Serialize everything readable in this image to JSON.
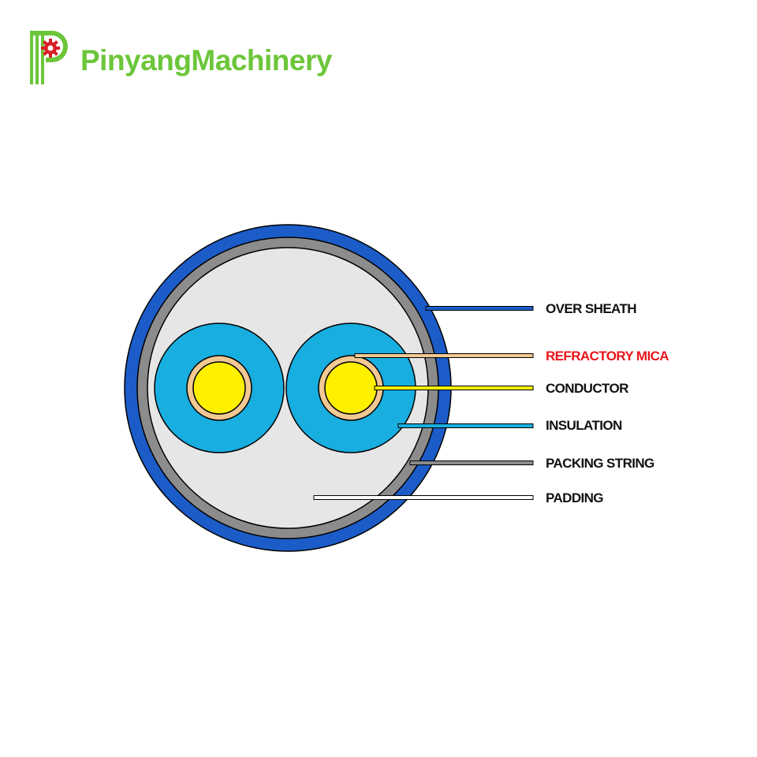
{
  "brand": {
    "name": "PinyangMachinery",
    "color": "#6cc63a",
    "gear_color": "#d71f26"
  },
  "diagram": {
    "layers": [
      {
        "key": "over_sheath",
        "label": "OVER SHEATH",
        "color": "#1c5cc8",
        "highlight": false
      },
      {
        "key": "refractory_mica",
        "label": "REFRACTORY MICA",
        "color": "#f2c893",
        "highlight": true
      },
      {
        "key": "conductor",
        "label": "CONDUCTOR",
        "color": "#fff000",
        "highlight": false
      },
      {
        "key": "insulation",
        "label": "INSULATION",
        "color": "#19aee0",
        "highlight": false
      },
      {
        "key": "packing_string",
        "label": "PACKING STRING",
        "color": "#8c8c8c",
        "highlight": false
      },
      {
        "key": "padding",
        "label": "PADDING",
        "color": "#e6e6e6",
        "highlight": false
      }
    ],
    "label_color": "#111111",
    "highlight_color": "#e8141a"
  }
}
